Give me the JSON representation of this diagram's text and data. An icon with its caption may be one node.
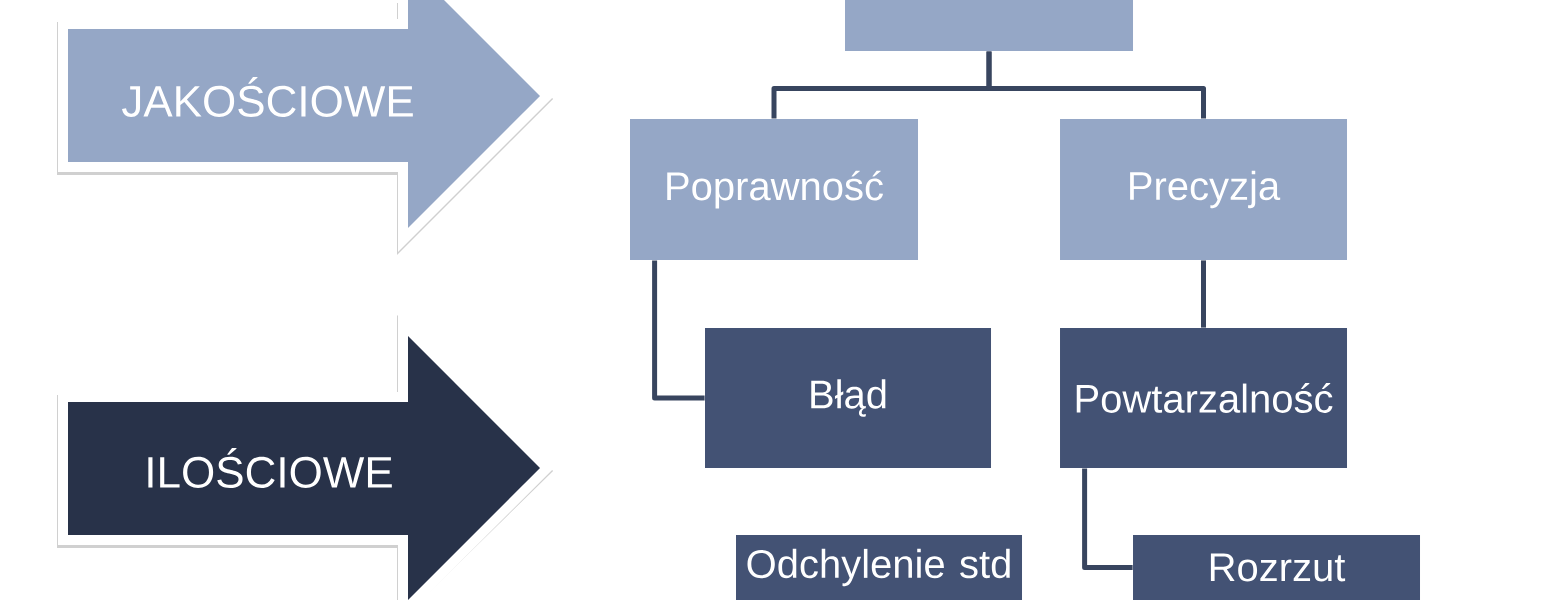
{
  "diagram": {
    "nodes": [
      {
        "text": [
          "JAKOŚCIOWE"
        ]
      },
      {
        "text": [
          "ILOŚCIOWE"
        ]
      },
      {
        "text": [],
        "shape": "box"
      },
      {
        "text": [
          "Poprawność"
        ]
      },
      {
        "text": [
          "Precyzja"
        ]
      },
      {
        "text": [
          "Błąd"
        ]
      },
      {
        "text": [
          "Powtarzalność"
        ]
      },
      {
        "text": [
          "Odchylenie std"
        ]
      },
      {
        "text": [
          "Rozrzut"
        ]
      }
    ],
    "edges": [
      {
        "from": 2,
        "to": 3,
        "arrow": "none"
      },
      {
        "from": 2,
        "to": 4,
        "arrow": "none"
      },
      {
        "from": 3,
        "to": 5,
        "arrow": "none"
      },
      {
        "from": 4,
        "to": 6,
        "arrow": "none"
      },
      {
        "from": 6,
        "to": 8,
        "arrow": "none"
      }
    ]
  }
}
